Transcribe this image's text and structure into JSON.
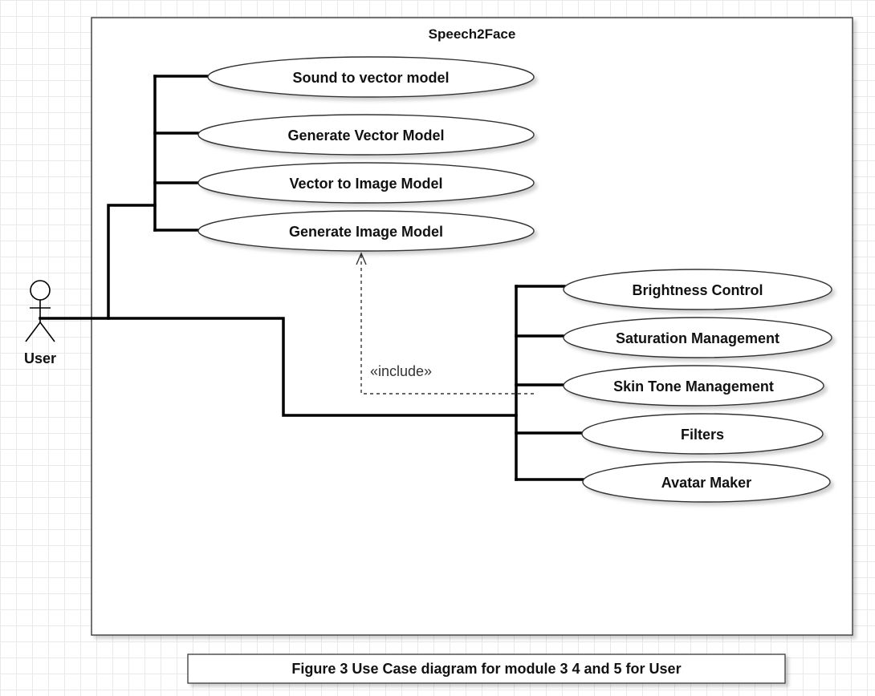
{
  "system": {
    "name": "Speech2Face"
  },
  "actor": {
    "name": "User"
  },
  "use_cases": {
    "group1": [
      "Sound to vector model",
      "Generate Vector Model",
      "Vector to Image Model",
      "Generate Image Model"
    ],
    "group2": [
      "Brightness Control",
      "Saturation Management",
      "Skin Tone Management",
      "Filters",
      "Avatar Maker"
    ]
  },
  "relationship": {
    "include_label": "«include»"
  },
  "caption": "Figure 3 Use Case diagram for module 3 4 and 5 for User"
}
